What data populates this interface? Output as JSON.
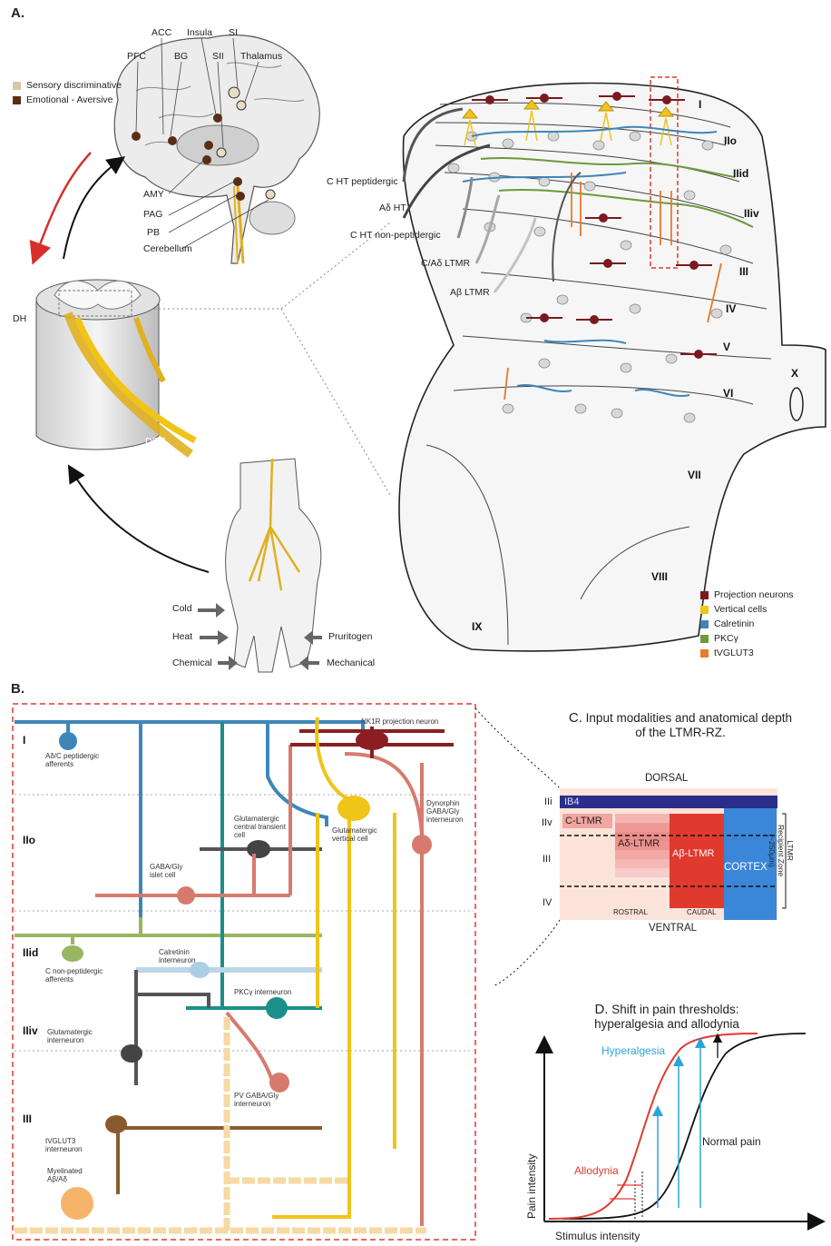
{
  "panelA": {
    "letter": "A.",
    "legend": [
      {
        "label": "Sensory discriminative",
        "color": "#d8c6a8"
      },
      {
        "label": "Emotional - Aversive",
        "color": "#5a2d14"
      }
    ],
    "brain_regions": [
      "PFC",
      "ACC",
      "BG",
      "Insula",
      "SII",
      "SI",
      "Thalamus",
      "AMY",
      "PAG",
      "PB",
      "Cerebellum"
    ],
    "cord_labels": {
      "dh": "DH",
      "drg": "DRG"
    },
    "stimuli": [
      "Cold",
      "Heat",
      "Chemical",
      "Pruritogen",
      "Mechanical"
    ],
    "afferents": [
      "C HT peptidergic",
      "Aδ HT",
      "C HT non-peptidergic",
      "C/Aδ LTMR",
      "Aβ LTMR"
    ],
    "laminae": [
      "I",
      "IIo",
      "IIid",
      "IIiv",
      "III",
      "IV",
      "V",
      "VI",
      "VII",
      "VIII",
      "IX",
      "X"
    ],
    "cell_legend": [
      {
        "label": "Projection neurons",
        "color": "#7a1a1f"
      },
      {
        "label": "Vertical cells",
        "color": "#f0c419"
      },
      {
        "label": "Calretinin",
        "color": "#3f86b8"
      },
      {
        "label": "PKCγ",
        "color": "#6a9a3a"
      },
      {
        "label": "tVGLUT3",
        "color": "#e87a2a"
      }
    ]
  },
  "panelB": {
    "letter": "B.",
    "laminae": [
      "I",
      "IIo",
      "IIid",
      "IIiv",
      "III"
    ],
    "cells": {
      "peptidergic": "Aδ/C peptidergic\nafferents",
      "nk1r": "NK1R projection neuron",
      "dynorphin": "Dynorphin\nGABA/Gly\ninterneuron",
      "transient": "Glutamatergic\ncentral transient\ncell",
      "vertical": "Glutamatergic\nvertical cell",
      "islet": "GABA/Gly\nislet cell",
      "nonpep": "C non-peptidergic\nafferents",
      "calretinin": "Calretinin\ninterneuron",
      "pkcg": "PKCγ interneuron",
      "glut": "Glutamatergic\ninterneuron",
      "pv": "PV GABA/Gly\ninterneuron",
      "tvglut3": "tVGLUT3\ninterneuron",
      "myelinated": "Myelinated\nAβ/Aδ"
    }
  },
  "panelC": {
    "letter": "C.",
    "title": "Input modalities and anatomical depth\nof the LTMR-RZ.",
    "dorsal": "DORSAL",
    "ventral": "VENTRAL",
    "rows": [
      "IIi",
      "IIv",
      "III",
      "IV"
    ],
    "ib4": "IB4",
    "c_ltmr": "C-LTMR",
    "ad_ltmr": "Aδ-LTMR",
    "ab_ltmr": "Aβ-LTMR",
    "cortex": "CORTEX",
    "rostral": "ROSTRAL",
    "caudal": "CAUDAL",
    "zone": "LTMR\nRecipient Zone\n(~250μm)"
  },
  "panelD": {
    "letter": "D.",
    "title": "Shift in pain thresholds:\nhyperalgesia and allodynia",
    "hyperalgesia": "Hyperalgesia",
    "allodynia": "Allodynia",
    "normal": "Normal pain",
    "xlabel": "Stimulus intensity",
    "ylabel": "Pain intensity"
  }
}
